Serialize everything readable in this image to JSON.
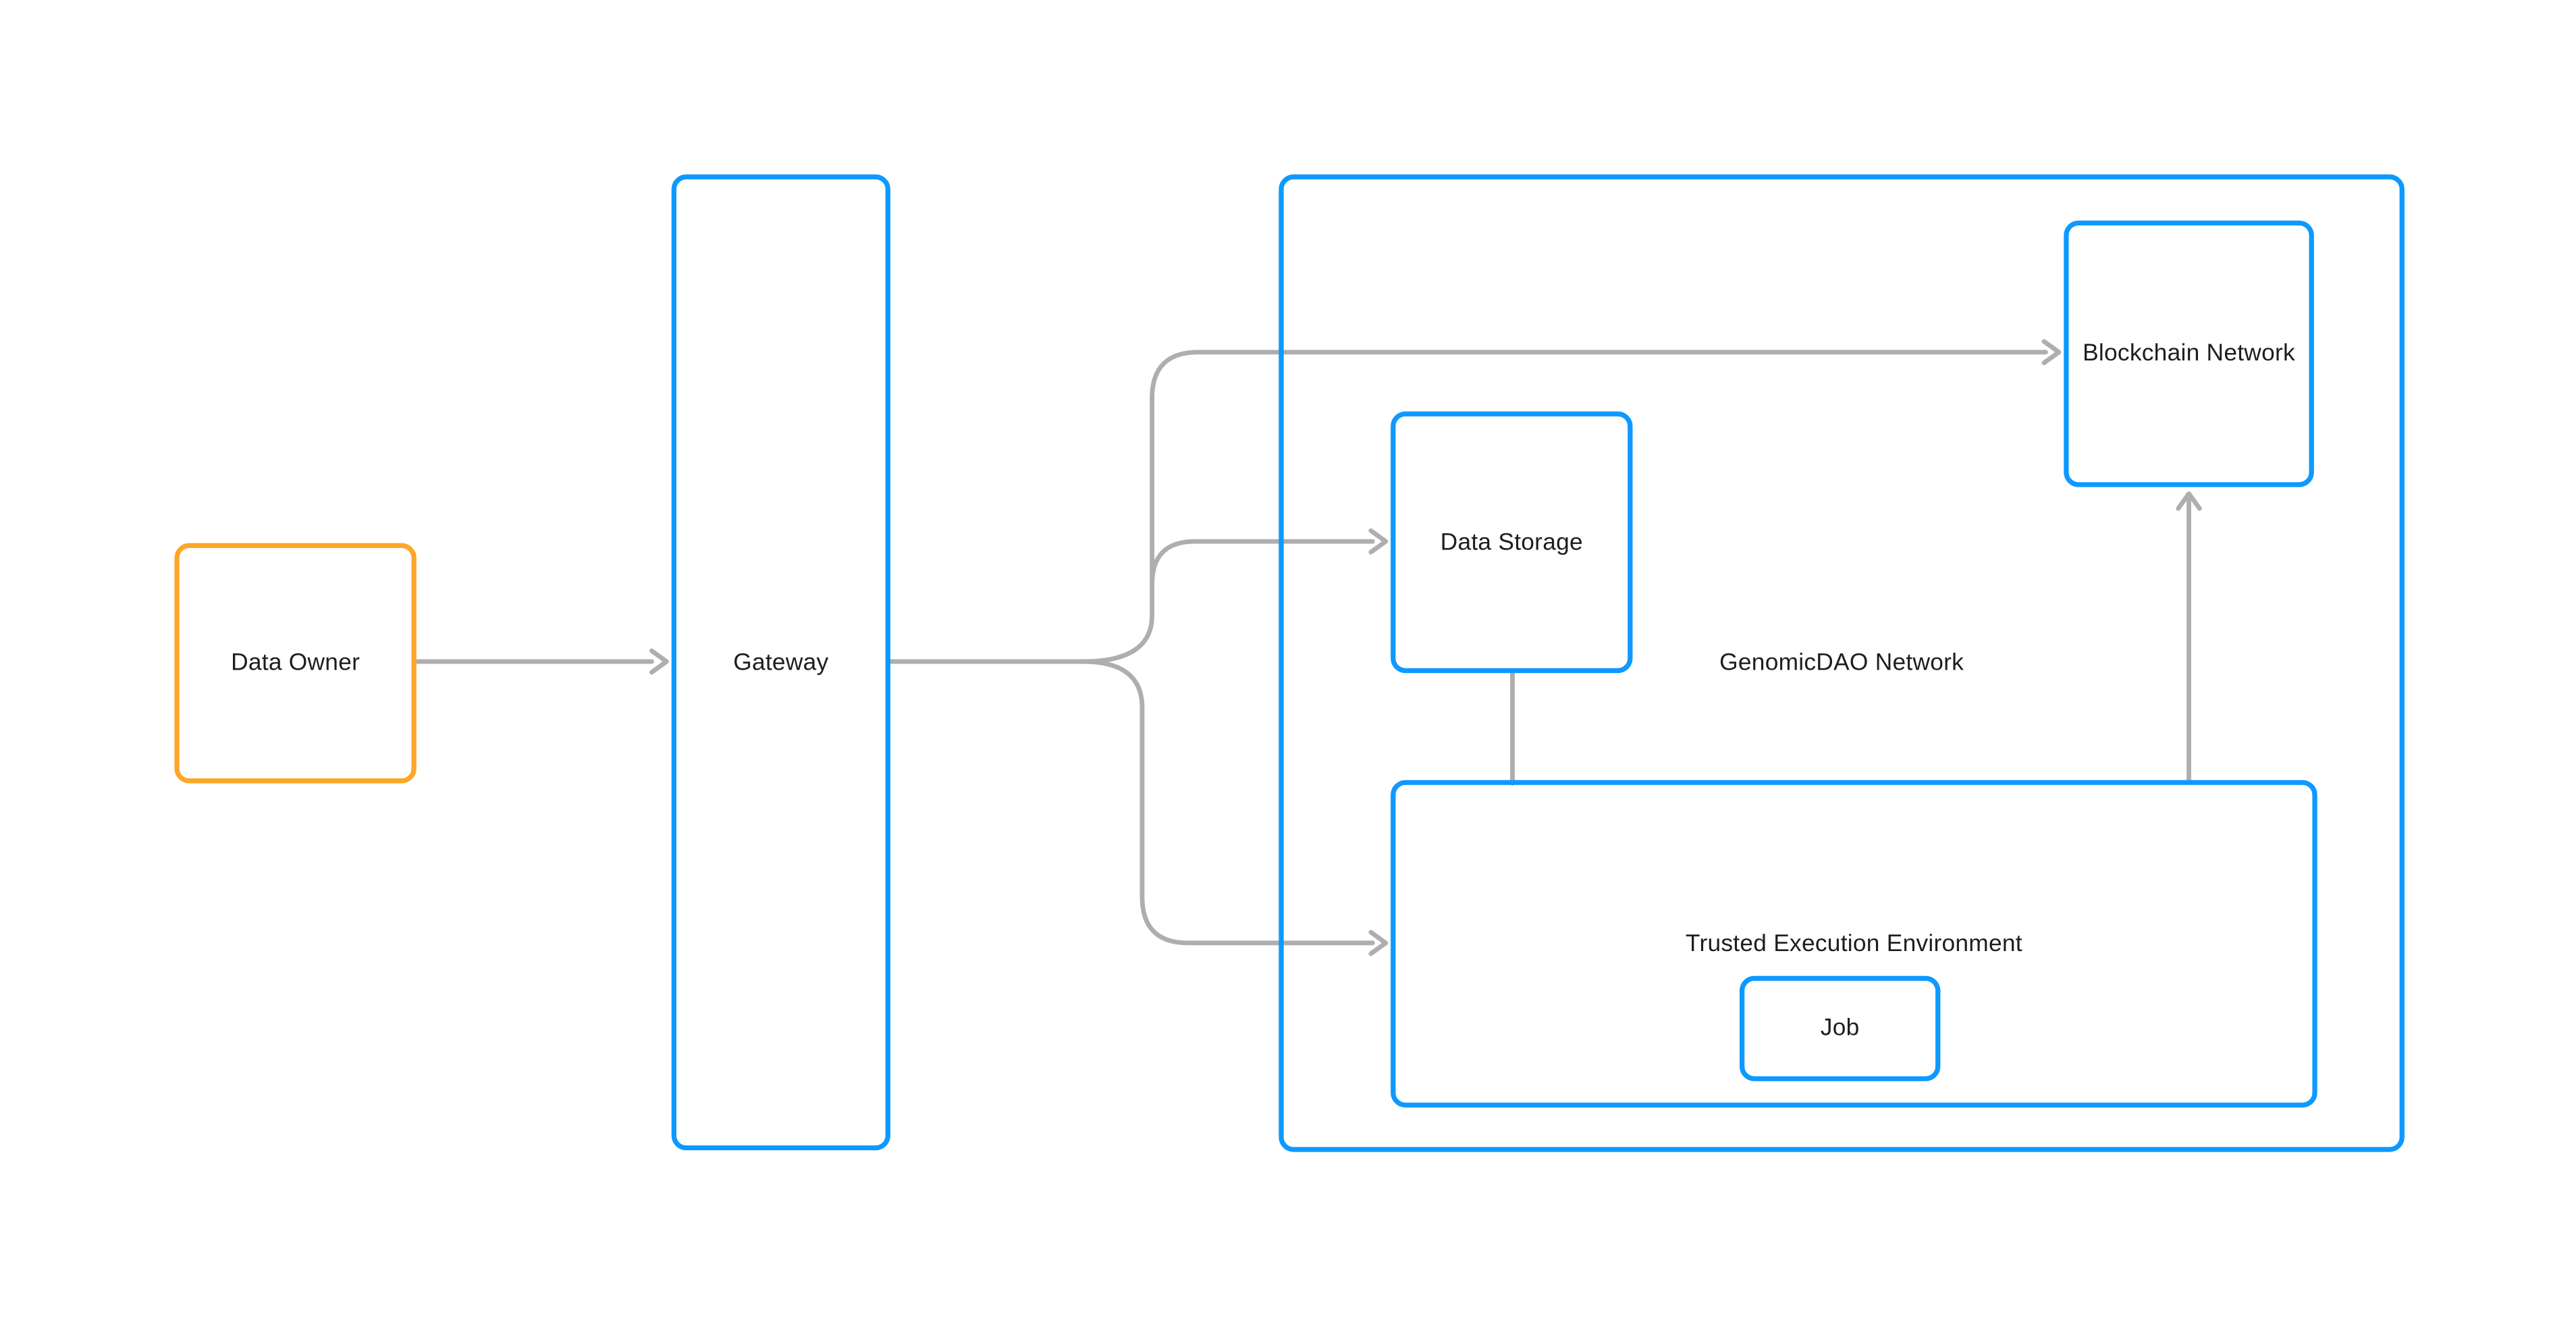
{
  "diagram": {
    "title": "GenomicDAO data flow diagram",
    "nodes": {
      "data_owner": {
        "label": "Data Owner",
        "border_color": "#ffa629",
        "shape": "rounded-rect"
      },
      "gateway": {
        "label": "Gateway",
        "border_color": "#0d99ff",
        "shape": "rounded-rect"
      },
      "genomicdao": {
        "label": "GenomicDAO Network",
        "border_color": "#0d99ff",
        "shape": "rounded-rect-container"
      },
      "blockchain": {
        "label": "Blockchain Network",
        "border_color": "#0d99ff",
        "shape": "rounded-rect"
      },
      "data_storage": {
        "label": "Data Storage",
        "border_color": "#0d99ff",
        "shape": "rounded-rect"
      },
      "tee": {
        "label": "Trusted Execution Environment",
        "border_color": "#0d99ff",
        "shape": "rounded-rect-container"
      },
      "job": {
        "label": "Job",
        "border_color": "#0d99ff",
        "shape": "rounded-rect"
      }
    },
    "edges": [
      {
        "from": "Data Owner",
        "to": "Gateway",
        "arrowhead": "chevron"
      },
      {
        "from": "Gateway",
        "to": "Blockchain Network",
        "arrowhead": "chevron"
      },
      {
        "from": "Gateway",
        "to": "Data Storage",
        "arrowhead": "chevron"
      },
      {
        "from": "Gateway",
        "to": "Trusted Execution Environment",
        "arrowhead": "chevron"
      },
      {
        "from": "Data Storage",
        "to": "Trusted Execution Environment",
        "arrowhead": "none"
      },
      {
        "from": "Trusted Execution Environment",
        "to": "Blockchain Network",
        "arrowhead": "chevron"
      }
    ],
    "colors": {
      "background": "#ffffff",
      "connector": "#aeaeae",
      "accent_blue": "#0d99ff",
      "accent_orange": "#ffa629",
      "text": "#1e1e1e"
    }
  }
}
